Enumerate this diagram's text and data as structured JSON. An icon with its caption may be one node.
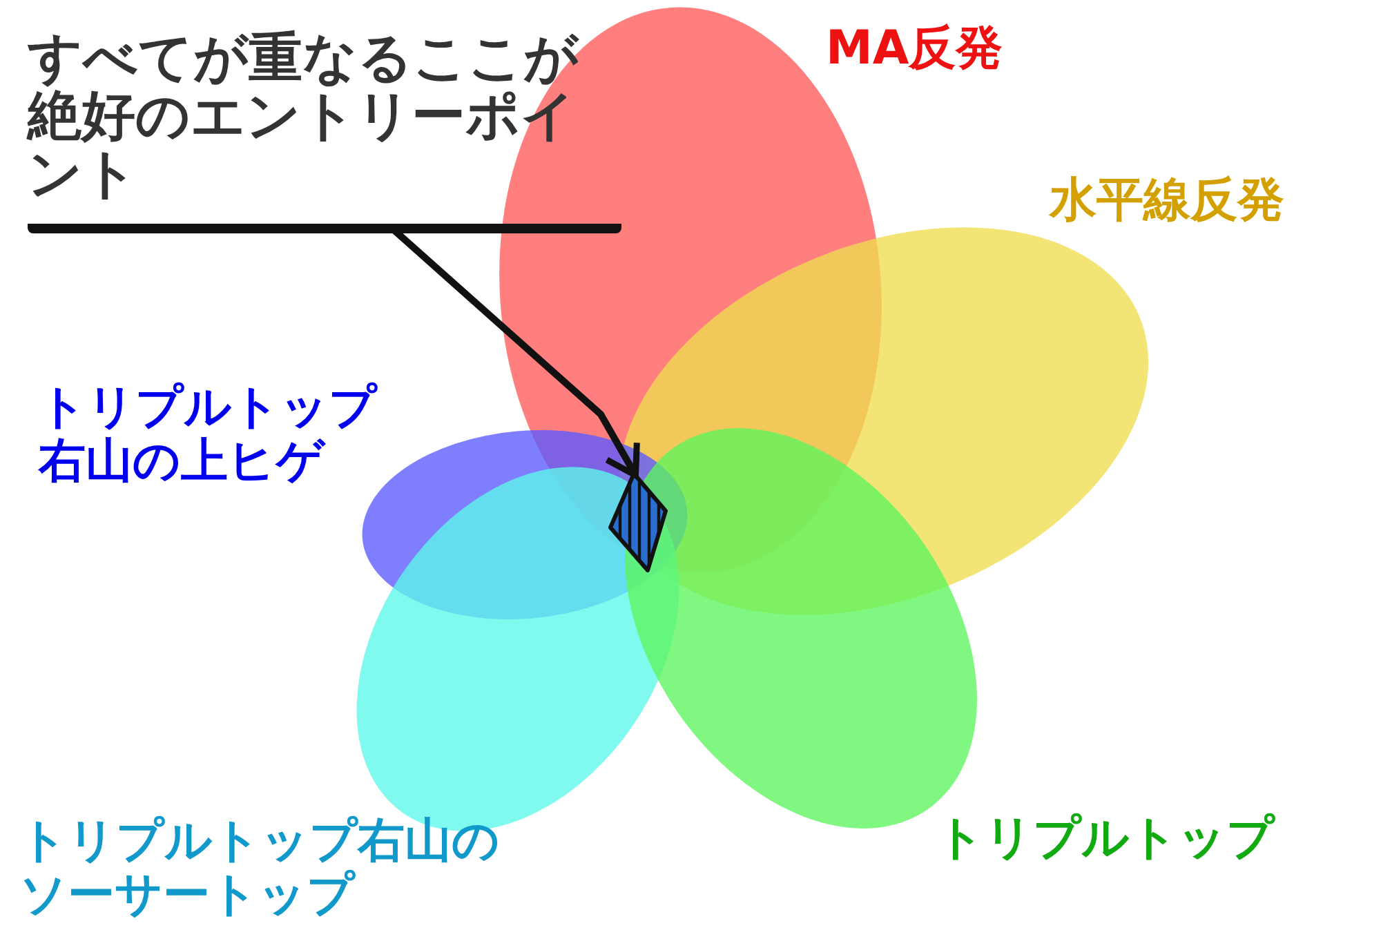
{
  "diagram": {
    "nodes": [
      {
        "text": [
          "すべてが重なるここが絶好のエントリーポイント"
        ]
      },
      {
        "text": [
          "MA反発"
        ]
      },
      {
        "text": [
          "水平線反発"
        ]
      },
      {
        "text": [
          "トリプルトップ"
        ]
      },
      {
        "text": [
          "トリプルトップ右山の上ヒゲ"
        ]
      },
      {
        "text": [
          "トリプルトップ右山のソーサートップ"
        ]
      },
      {
        "text": [],
        "shape": "diamond"
      }
    ],
    "edges": [
      {
        "from": 0,
        "to": 6,
        "arrow": "to"
      }
    ]
  }
}
